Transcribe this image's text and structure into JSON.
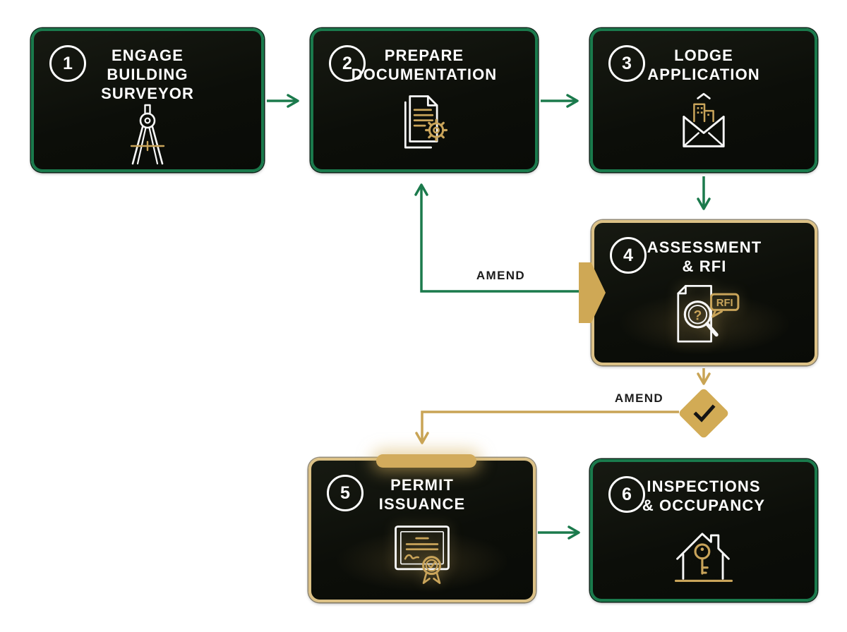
{
  "steps": [
    {
      "number": "1",
      "title": "ENGAGE\nBUILDING\nSURVEYOR",
      "icon": "drafting-compass",
      "theme": "green"
    },
    {
      "number": "2",
      "title": "PREPARE\nDOCUMENTATION",
      "icon": "documents-gear",
      "theme": "green"
    },
    {
      "number": "3",
      "title": "LODGE\nAPPLICATION",
      "icon": "envelope-building",
      "theme": "green"
    },
    {
      "number": "4",
      "title": "ASSESSMENT\n& RFI",
      "icon": "document-magnifier-rfi",
      "icon_bubble_text": "RFI",
      "icon_question": "?",
      "theme": "gold"
    },
    {
      "number": "5",
      "title": "PERMIT\nISSUANCE",
      "icon": "certificate-badge",
      "theme": "gold"
    },
    {
      "number": "6",
      "title": "INSPECTIONS\n& OCCUPANCY",
      "icon": "house-key",
      "theme": "green"
    }
  ],
  "labels": {
    "amend_to_documentation": "AMEND",
    "amend_to_permit": "AMEND"
  },
  "decision": {
    "symbol": "checkmark"
  },
  "colors": {
    "arrow_green": "#1b7a4c",
    "arrow_gold": "#c9a455",
    "green_border": "#1a7a4c",
    "gold_border": "#dcc186",
    "diamond_gold": "#d2ab55",
    "card_background": "#0d0f0b",
    "title_text": "#ffffff",
    "label_text": "#1c1c1c"
  }
}
